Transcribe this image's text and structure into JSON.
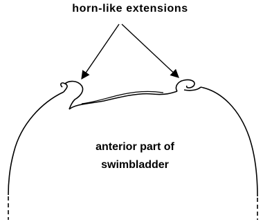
{
  "labels": {
    "top": "horn-like extensions",
    "center_line1": "anterior part of",
    "center_line2": "swimbladder"
  },
  "colors": {
    "ink": "#000000",
    "background": "#ffffff"
  }
}
